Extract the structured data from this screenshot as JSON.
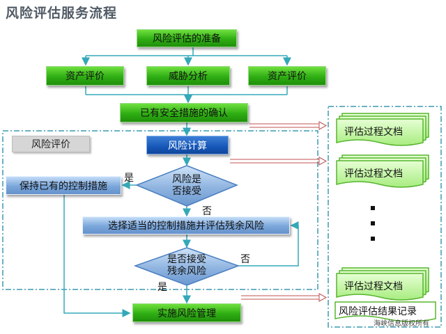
{
  "title": "风险评估服务流程",
  "nodes": {
    "prepare": "风险评估的准备",
    "asset_eval_left": "资产评价",
    "threat_analysis": "威胁分析",
    "asset_eval_right": "资产评价",
    "existing_measures": "已有安全措施的确认",
    "risk_eval_label": "风险评价",
    "risk_calc": "风险计算",
    "accept_risk_line1": "风险是",
    "accept_risk_line2": "否接受",
    "keep_controls": "保持已有的控制措施",
    "select_controls": "选择适当的控制措施并评估残余风险",
    "accept_residual_line1": "是否接受",
    "accept_residual_line2": "残余风险",
    "implement": "实施风险管理"
  },
  "edge_labels": {
    "yes_1": "是",
    "no_1": "否",
    "no_2": "否",
    "yes_2": "是"
  },
  "documents": {
    "doc1": "评估过程文档",
    "doc2": "评估过程文档",
    "doc3": "评估过程文档",
    "result": "风险评估结果记录"
  },
  "copyright": "海峡信息版权所有",
  "colors": {
    "green": "#2fae13",
    "blue": "#7aa6da",
    "dark_blue": "#1657b8",
    "teal_dash": "#3a9ab0",
    "doc_fill": "#c8f5a8"
  }
}
